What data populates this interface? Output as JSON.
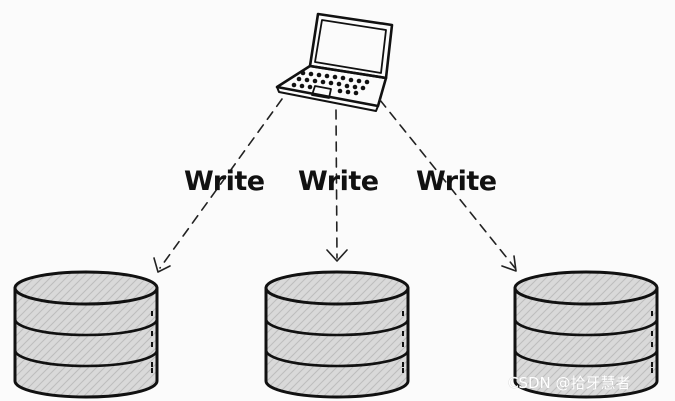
{
  "diagram": {
    "client": {
      "icon": "laptop-icon"
    },
    "arrows": [
      {
        "label": "Write",
        "target": "database-1"
      },
      {
        "label": "Write",
        "target": "database-2"
      },
      {
        "label": "Write",
        "target": "database-3"
      }
    ],
    "databases": [
      {
        "icon": "database-icon"
      },
      {
        "icon": "database-icon"
      },
      {
        "icon": "database-icon"
      }
    ]
  },
  "watermark": "CSDN @拾牙慧者",
  "colors": {
    "ink": "#111111",
    "database_fill": "#d8d8d8",
    "background": "#fbfbfb"
  }
}
